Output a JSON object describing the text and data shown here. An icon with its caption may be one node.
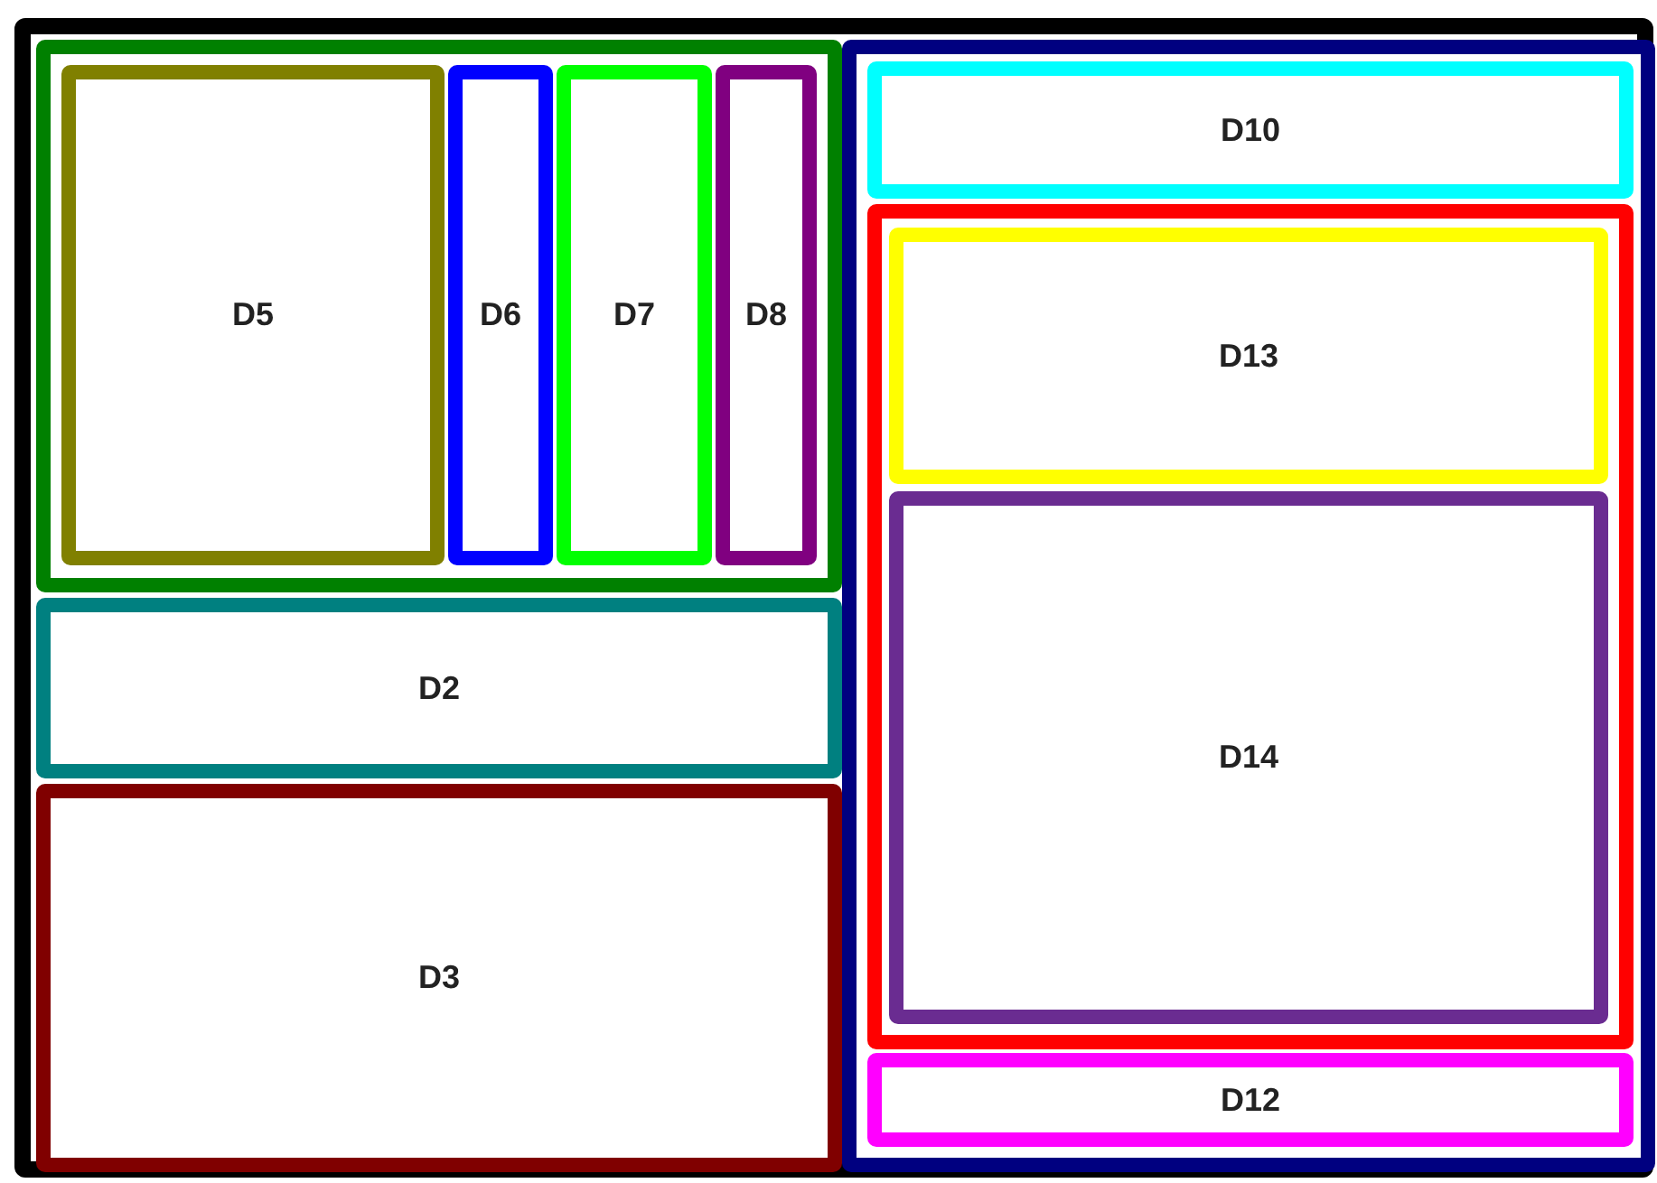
{
  "diagram": {
    "nodes": [
      {
        "text": [],
        "shape": "box"
      },
      {
        "text": [],
        "shape": "box",
        "in": 0
      },
      {
        "text": [
          "D5"
        ],
        "in": 1
      },
      {
        "text": [
          "D6"
        ],
        "in": 1
      },
      {
        "text": [
          "D7"
        ],
        "in": 1
      },
      {
        "text": [
          "D8"
        ],
        "in": 1
      },
      {
        "text": [
          "D2"
        ],
        "in": 0
      },
      {
        "text": [
          "D3"
        ],
        "in": 0
      },
      {
        "text": [],
        "shape": "box",
        "in": 0
      },
      {
        "text": [
          "D10"
        ],
        "in": 8
      },
      {
        "text": [],
        "shape": "box",
        "in": 8
      },
      {
        "text": [
          "D13"
        ],
        "in": 10
      },
      {
        "text": [
          "D14"
        ],
        "in": 10
      },
      {
        "text": [
          "D12"
        ],
        "in": 8
      }
    ]
  }
}
